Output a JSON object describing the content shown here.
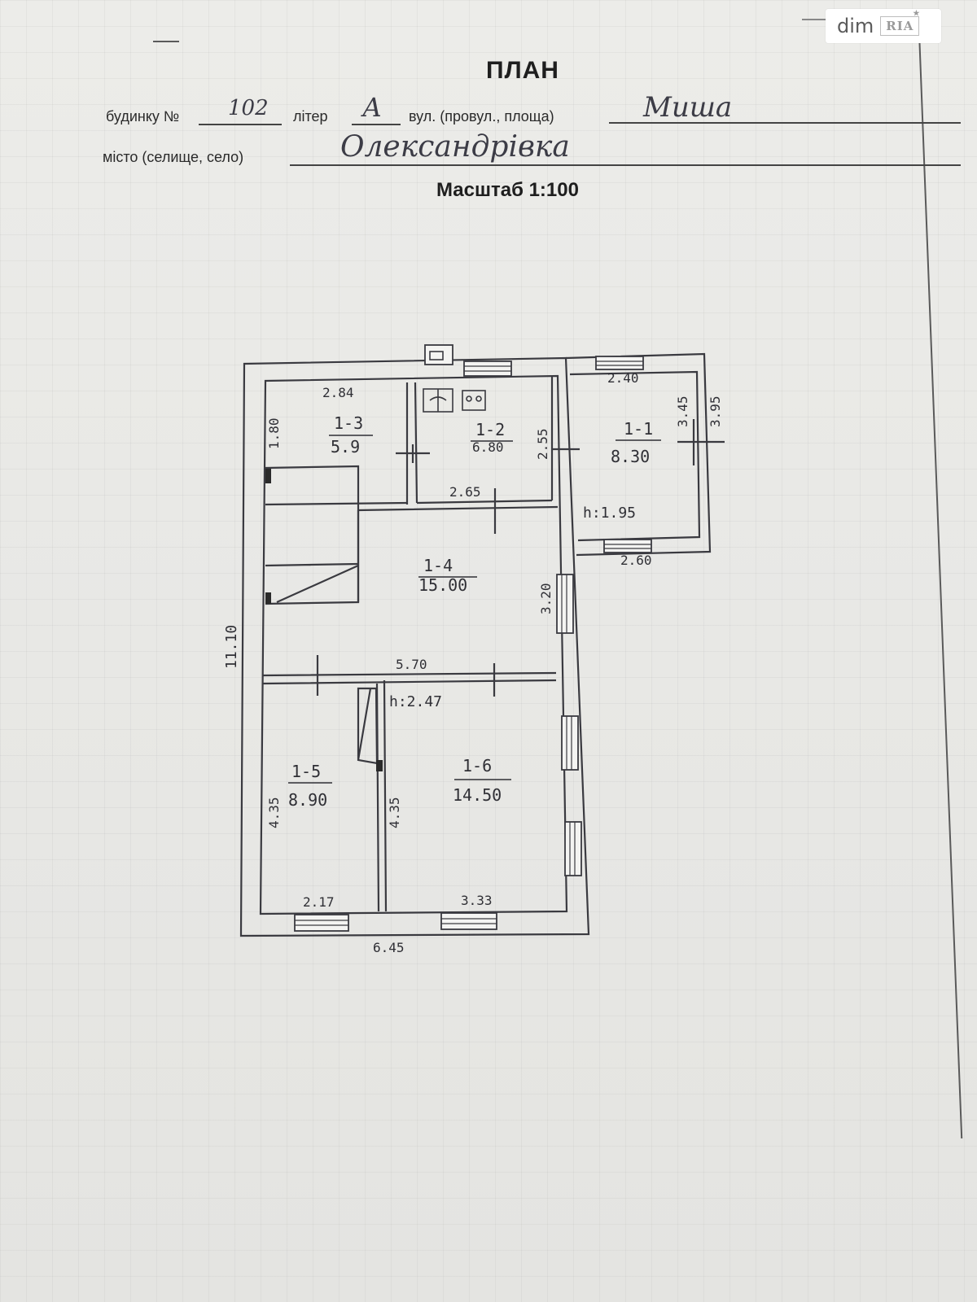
{
  "header": {
    "title": "ПЛАН",
    "house_label": "будинку №",
    "house_value": "102",
    "letter_label": "літер",
    "letter_value": "А",
    "street_label": "вул. (провул., площа)",
    "street_value": "Миша",
    "city_label": "місто (селище, село)",
    "city_value": "Олександрівка",
    "scale": "Масштаб  1:100"
  },
  "watermark": {
    "brand": "dim",
    "sub": "RIA"
  },
  "rooms": [
    {
      "id": "1-1",
      "area": "8.30"
    },
    {
      "id": "1-2",
      "area": "6.80"
    },
    {
      "id": "1-3",
      "area": "5.9"
    },
    {
      "id": "1-4",
      "area": "15.00"
    },
    {
      "id": "1-5",
      "area": "8.90"
    },
    {
      "id": "1-6",
      "area": "14.50"
    }
  ],
  "dimensions": {
    "overall_length": "11.10",
    "overall_width": "6.45",
    "room13_width": "2.84",
    "room13_depth": "1.80",
    "room12_width": "2.65",
    "room12_depth": "2.55",
    "room11_top": "2.40",
    "room11_bottom": "2.60",
    "room11_inner": "3.45",
    "room11_outer": "3.95",
    "room14_width": "5.70",
    "room14_depth": "3.20",
    "room15_width": "2.17",
    "room15_depth": "4.35",
    "room16_width": "3.33",
    "room16_depth": "4.35"
  },
  "heights": {
    "annex": "h:1.95",
    "main": "h:2.47"
  }
}
